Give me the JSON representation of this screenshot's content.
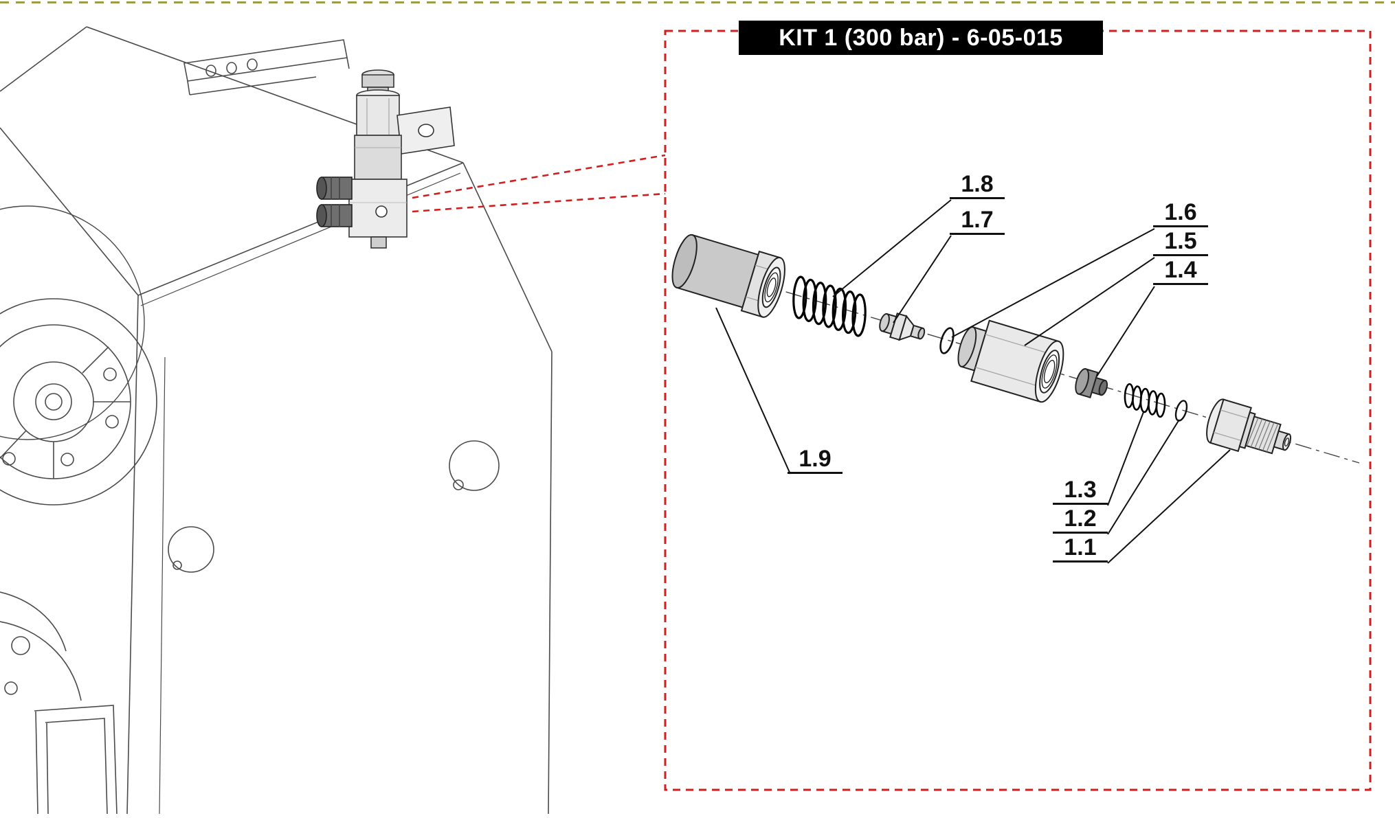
{
  "kit": {
    "title": "KIT 1 (300 bar) - 6-05-015"
  },
  "parts": [
    {
      "label": "1.1"
    },
    {
      "label": "1.2"
    },
    {
      "label": "1.3"
    },
    {
      "label": "1.4"
    },
    {
      "label": "1.5"
    },
    {
      "label": "1.6"
    },
    {
      "label": "1.7"
    },
    {
      "label": "1.8"
    },
    {
      "label": "1.9"
    }
  ],
  "colors": {
    "kit_border_red": "#cf1f1f",
    "title_bg": "#000000",
    "title_text": "#ffffff",
    "page_edge_dash": "#9c9c46",
    "line_art": "#4a4a4a"
  }
}
